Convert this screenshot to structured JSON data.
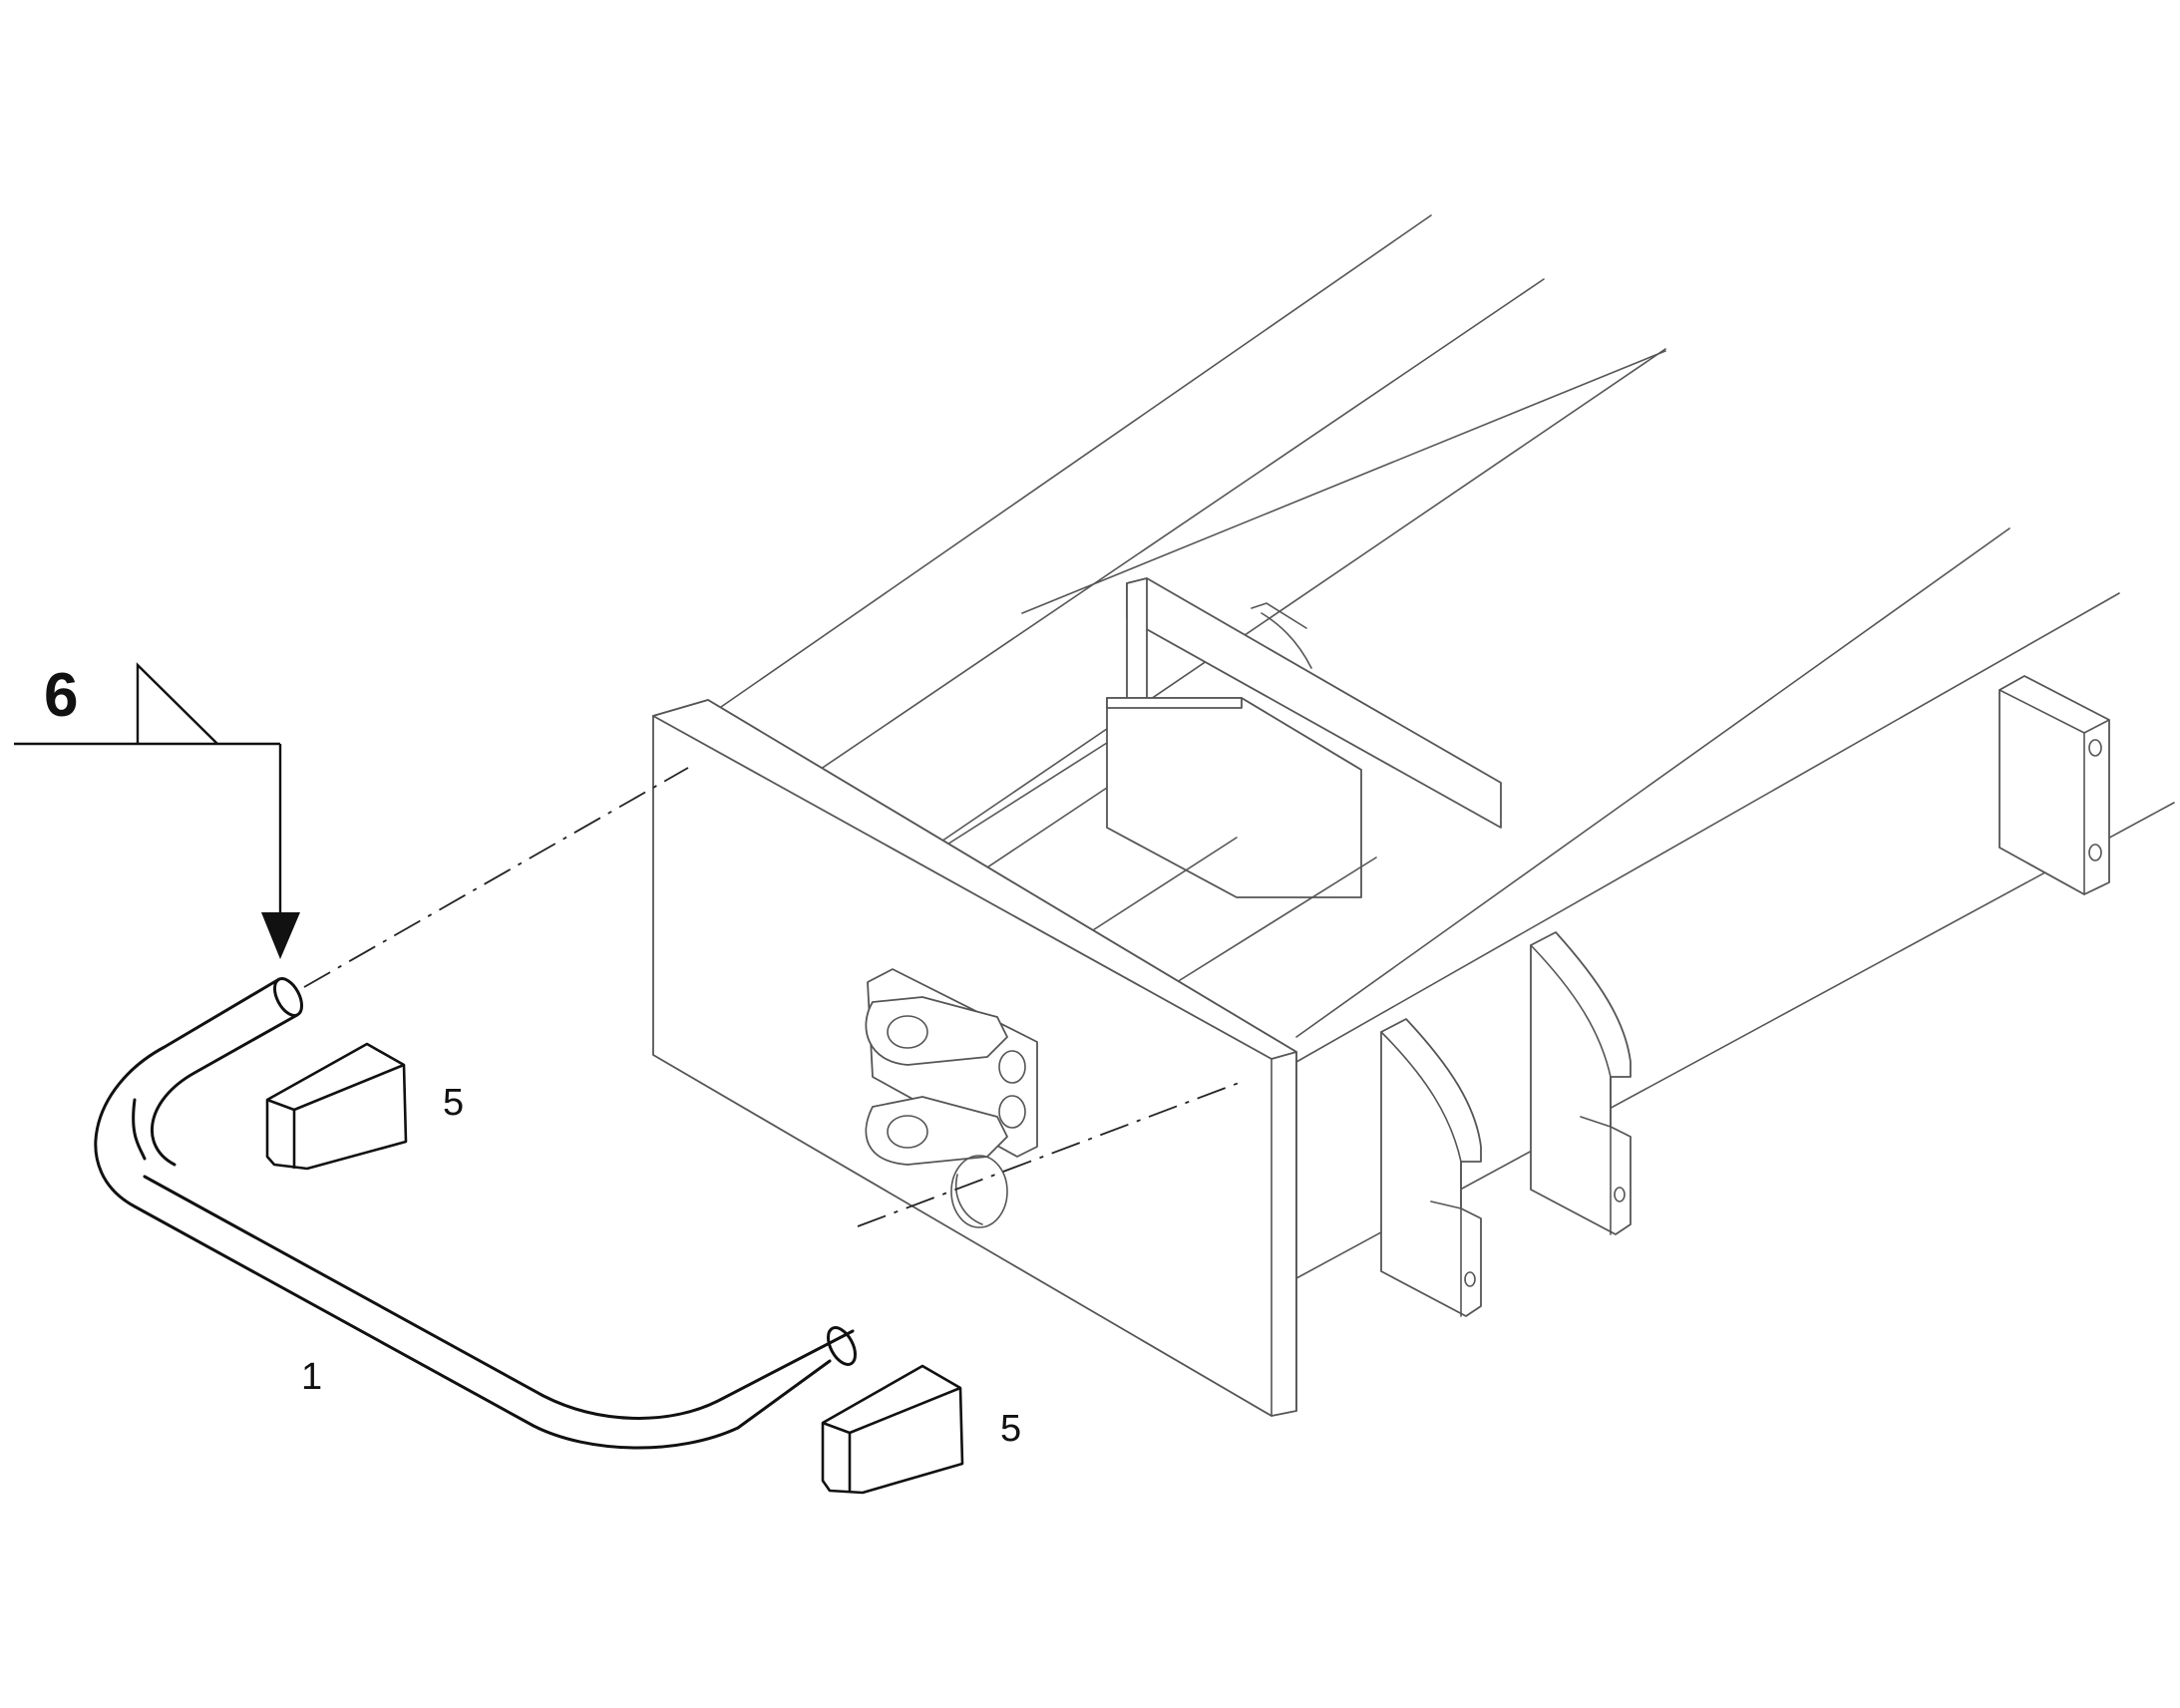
{
  "callouts": {
    "weld_symbol": "6",
    "tube": "1",
    "pad_upper": "5",
    "pad_lower": "5"
  },
  "colors": {
    "line_dark": "#111111",
    "line_light": "#555555",
    "background": "#ffffff"
  }
}
